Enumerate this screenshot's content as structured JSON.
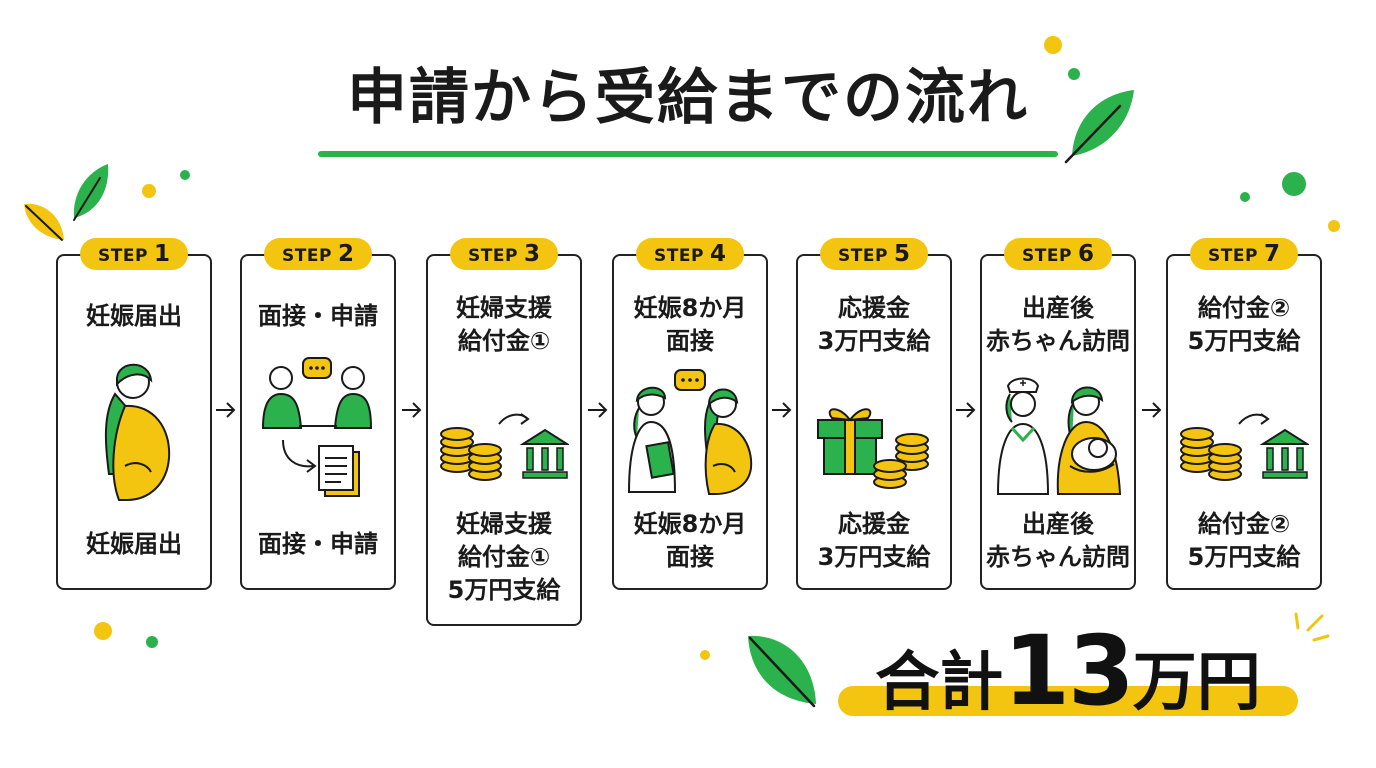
{
  "title": "申請から受給までの流れ",
  "colors": {
    "accent_green": "#2bb24c",
    "accent_yellow": "#f3c511",
    "outline": "#222222"
  },
  "steps": [
    {
      "badge_label": "STEP",
      "number": "1",
      "heading": [
        "妊娠届出"
      ],
      "footer": [
        "妊娠届出"
      ],
      "icon": "pregnant-woman-icon"
    },
    {
      "badge_label": "STEP",
      "number": "2",
      "heading": [
        "面接・申請"
      ],
      "footer": [
        "面接・申請"
      ],
      "icon": "interview-document-icon"
    },
    {
      "badge_label": "STEP",
      "number": "3",
      "heading": [
        "妊婦支援",
        "給付金①"
      ],
      "footer": [
        "妊婦支援",
        "給付金①",
        "5万円支給"
      ],
      "icon": "coins-to-bank-icon"
    },
    {
      "badge_label": "STEP",
      "number": "4",
      "heading": [
        "妊娠8か月",
        "面接"
      ],
      "footer": [
        "妊娠8か月",
        "面接"
      ],
      "icon": "doctor-consultation-icon"
    },
    {
      "badge_label": "STEP",
      "number": "5",
      "heading": [
        "応援金",
        "3万円支給"
      ],
      "footer": [
        "応援金",
        "3万円支給"
      ],
      "icon": "gift-coins-icon"
    },
    {
      "badge_label": "STEP",
      "number": "6",
      "heading": [
        "出産後",
        "赤ちゃん訪問"
      ],
      "footer": [
        "出産後",
        "赤ちゃん訪問"
      ],
      "icon": "nurse-baby-visit-icon"
    },
    {
      "badge_label": "STEP",
      "number": "7",
      "heading": [
        "給付金②",
        "5万円支給"
      ],
      "footer": [
        "給付金②",
        "5万円支給"
      ],
      "icon": "coins-to-bank-icon"
    }
  ],
  "total": {
    "prefix": "合計",
    "amount": "13",
    "unit": "万円"
  }
}
